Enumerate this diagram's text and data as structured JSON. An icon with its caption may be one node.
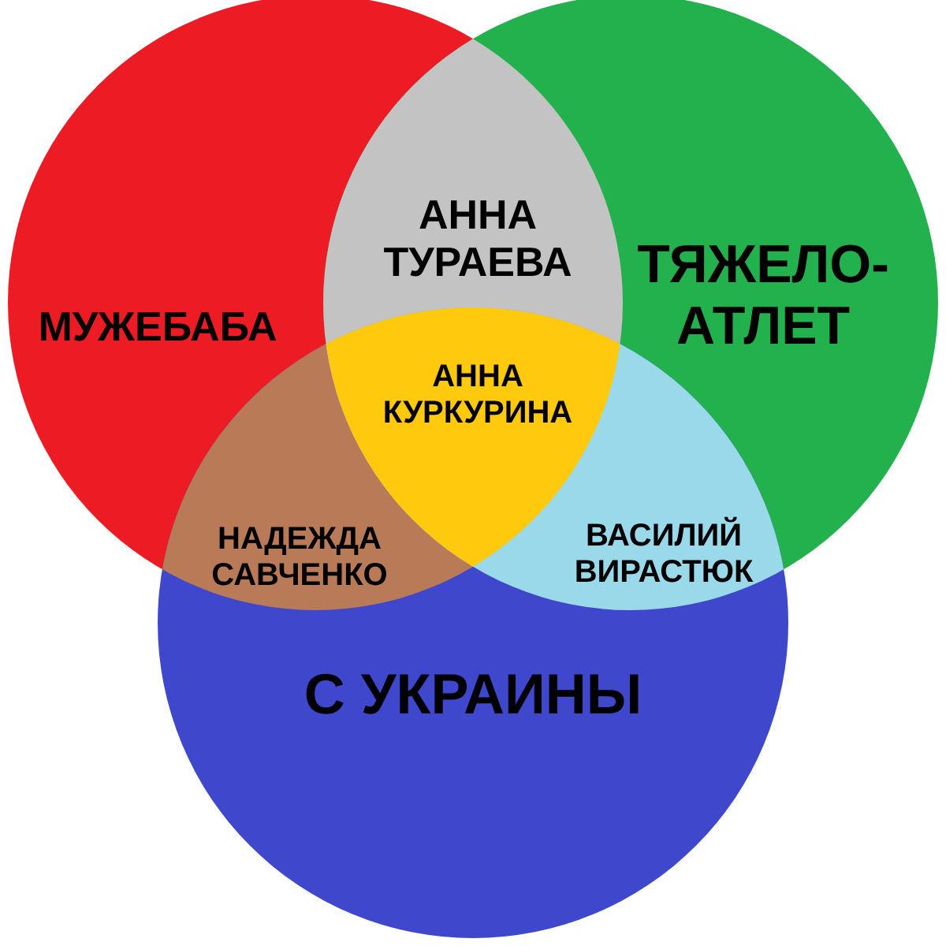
{
  "diagram": {
    "nodes": [
      {
        "text": [
          "МУЖЕБАБА"
        ]
      },
      {
        "text": [
          "ТЯЖЕЛО- АТЛЕТ"
        ]
      },
      {
        "text": [
          "С УКРАИНЫ"
        ]
      },
      {
        "text": [
          "АННА ТУРАЕВА"
        ]
      },
      {
        "text": [
          "НАДЕЖДА САВЧЕНКО"
        ]
      },
      {
        "text": [
          "ВАСИЛИЙ ВИРАСТЮК"
        ]
      },
      {
        "text": [
          "АННА КУРКУРИНА"
        ]
      }
    ]
  }
}
